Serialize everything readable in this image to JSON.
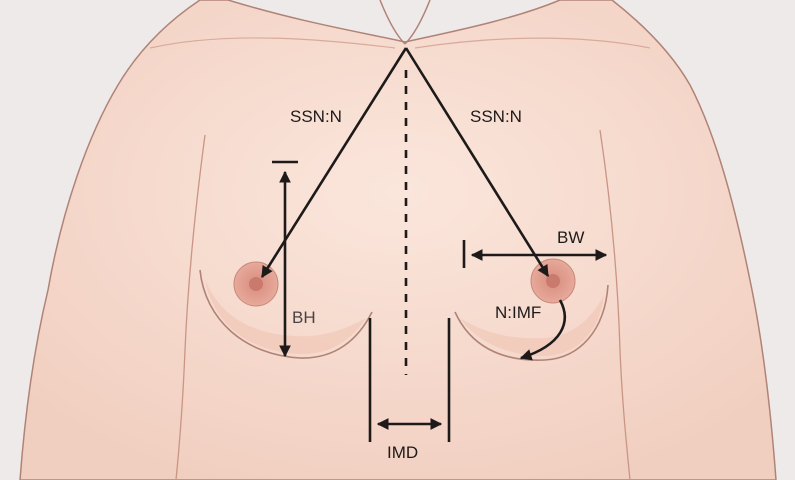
{
  "labels": {
    "ssn_n_left": "SSN:N",
    "ssn_n_right": "SSN:N",
    "bh": "BH",
    "bw": "BW",
    "n_imf": "N:IMF",
    "imd": "IMD"
  },
  "colors": {
    "background": "#eeeae9",
    "skin": "#f6dccf",
    "skin_shadow": "#e9bfae",
    "outline": "#a0766c",
    "areola": "#dd9a8c",
    "nipple": "#c97a6d",
    "line": "#1e1a1a"
  }
}
